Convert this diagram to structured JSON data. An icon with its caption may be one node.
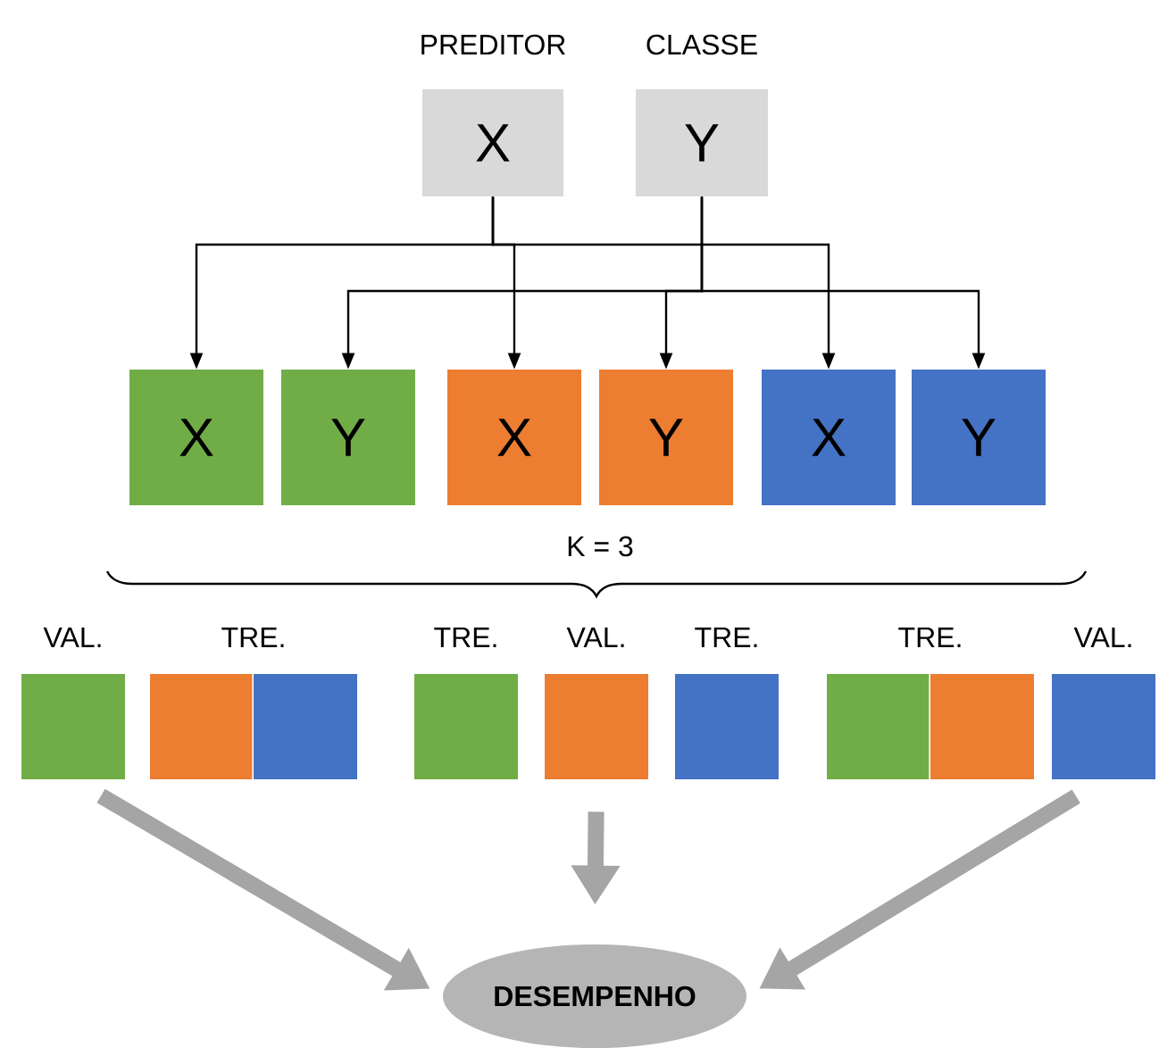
{
  "diagram": {
    "nodes": [
      {
        "text": [
          "PREDITOR",
          "X"
        ]
      },
      {
        "text": [
          "CLASSE",
          "Y"
        ]
      },
      {
        "text": [
          "X"
        ]
      },
      {
        "text": [
          "Y"
        ]
      },
      {
        "text": [
          "X"
        ]
      },
      {
        "text": [
          "Y"
        ]
      },
      {
        "text": [
          "X"
        ]
      },
      {
        "text": [
          "Y"
        ]
      },
      {
        "text": [
          "VAL."
        ]
      },
      {
        "text": [
          "TRE."
        ]
      },
      {
        "text": [
          "TRE."
        ]
      },
      {
        "text": [
          "VAL."
        ]
      },
      {
        "text": [
          "TRE."
        ]
      },
      {
        "text": [
          "TRE."
        ]
      },
      {
        "text": [
          "VAL."
        ]
      },
      {
        "text": [
          "DESEMPENHO"
        ]
      }
    ],
    "edges": [
      {
        "from": 0,
        "to": 2,
        "arrow": "to"
      },
      {
        "from": 1,
        "to": 3,
        "arrow": "to"
      },
      {
        "from": 0,
        "to": 4,
        "arrow": "to"
      },
      {
        "from": 1,
        "to": 5,
        "arrow": "to"
      },
      {
        "from": 0,
        "to": 6,
        "arrow": "to"
      },
      {
        "from": 1,
        "to": 7,
        "arrow": "to"
      },
      {
        "from": 8,
        "to": 15,
        "arrow": "to",
        "style": "thick",
        "color": "#a5a5a5"
      },
      {
        "from": 11,
        "to": 15,
        "arrow": "to",
        "style": "thick",
        "color": "#a5a5a5"
      },
      {
        "from": 14,
        "to": 15,
        "arrow": "to",
        "style": "thick",
        "color": "#a5a5a5"
      }
    ],
    "labels": [
      "K = 3"
    ]
  }
}
